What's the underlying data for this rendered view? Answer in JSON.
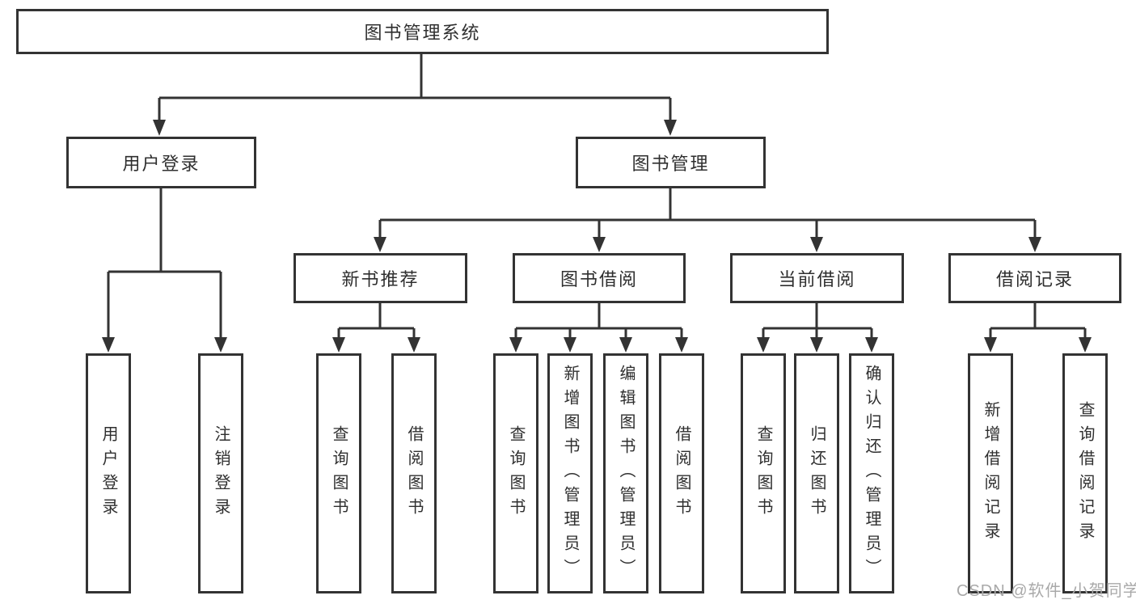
{
  "diagram": {
    "watermark": "CSDN @软件_小贺同学",
    "colors": {
      "border": "#333333",
      "text": "#2f2f2f",
      "line": "#333333",
      "watermark": "#a9a9a9",
      "background": "#ffffff"
    },
    "root": {
      "label": "图书管理系统"
    },
    "branches": [
      {
        "label": "用户登录",
        "children": [
          {
            "label": "用户登录"
          },
          {
            "label": "注销登录"
          }
        ]
      },
      {
        "label": "图书管理",
        "children": [
          {
            "label": "新书推荐",
            "children": [
              {
                "label": "查询图书"
              },
              {
                "label": "借阅图书"
              }
            ]
          },
          {
            "label": "图书借阅",
            "children": [
              {
                "label": "查询图书"
              },
              {
                "label": "新增图书（管理员）"
              },
              {
                "label": "编辑图书（管理员）"
              },
              {
                "label": "借阅图书"
              }
            ]
          },
          {
            "label": "当前借阅",
            "children": [
              {
                "label": "查询图书"
              },
              {
                "label": "归还图书"
              },
              {
                "label": "确认归还（管理员）"
              }
            ]
          },
          {
            "label": "借阅记录",
            "children": [
              {
                "label": "新增借阅记录"
              },
              {
                "label": "查询借阅记录"
              }
            ]
          }
        ]
      }
    ]
  }
}
